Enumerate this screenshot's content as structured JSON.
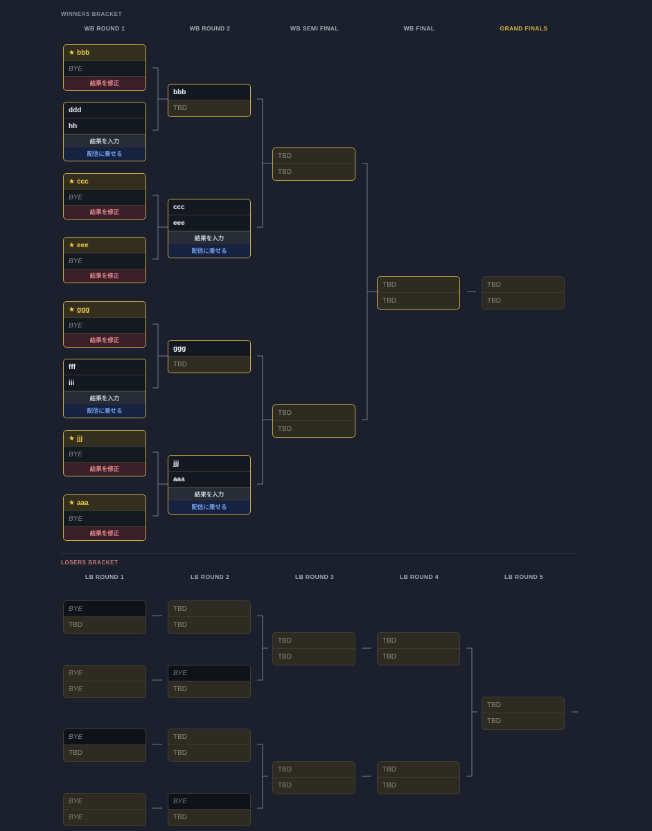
{
  "winners": {
    "title": "WINNERS BRACKET",
    "rounds": [
      "WB ROUND 1",
      "WB ROUND 2",
      "WB SEMI FINAL",
      "WB FINAL",
      "GRAND FINALS"
    ]
  },
  "losers": {
    "title": "LOSERS BRACKET",
    "rounds": [
      "LB ROUND 1",
      "LB ROUND 2",
      "LB ROUND 3",
      "LB ROUND 4",
      "LB ROUND 5"
    ]
  },
  "labels": {
    "bye": "BYE",
    "tbd": "TBD",
    "fix_result": "結果を修正",
    "enter_result": "結果を入力",
    "stream": "配信に乗せる",
    "star": "★"
  },
  "players": {
    "bbb": "bbb",
    "ddd": "ddd",
    "hh": "hh",
    "ccc": "ccc",
    "eee": "eee",
    "ggg": "ggg",
    "fff": "fff",
    "iii": "iii",
    "jjj": "jjj",
    "aaa": "aaa"
  },
  "colors": {
    "background": "#1b202c",
    "highlight_border": "#c9a94a",
    "winner_text": "#f1c94a",
    "fix_button_text": "#e0858f",
    "stream_button_text": "#6f9ae6",
    "grand_finals_header": "#d2b23e"
  }
}
